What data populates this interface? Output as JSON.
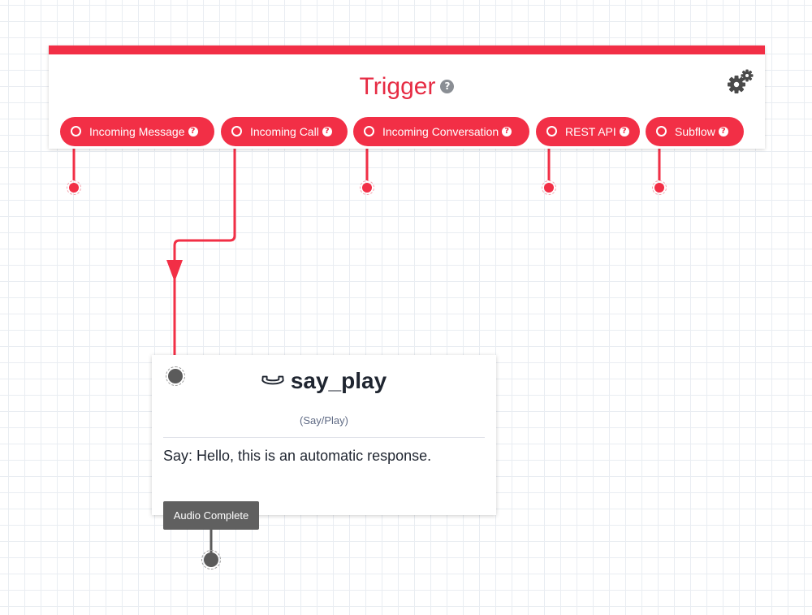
{
  "trigger": {
    "title": "Trigger",
    "help_glyph": "?",
    "settings_icon": "gears-icon",
    "accent_color": "#f22f46",
    "pills": [
      {
        "label": "Incoming Message"
      },
      {
        "label": "Incoming Call"
      },
      {
        "label": "Incoming Conversation"
      },
      {
        "label": "REST API"
      },
      {
        "label": "Subflow"
      }
    ]
  },
  "widget": {
    "icon": "phone-icon",
    "name": "say_play",
    "type": "(Say/Play)",
    "description": "Say: Hello, this is an automatic response.",
    "exit_label": "Audio Complete"
  }
}
